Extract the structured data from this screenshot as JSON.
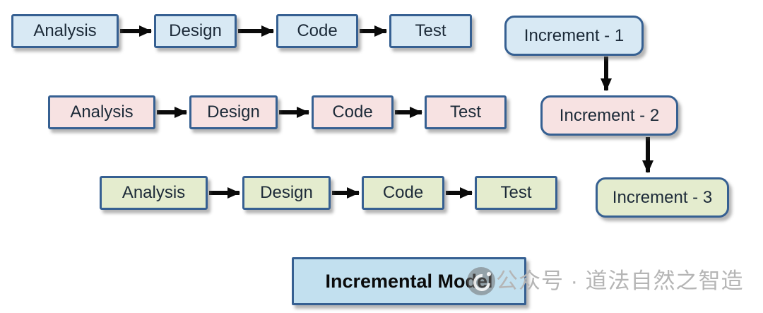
{
  "title": "Incremental Model",
  "watermark": {
    "text": "公众号 · 道法自然之智造",
    "logo": "speech-bubble-logo"
  },
  "rows": [
    {
      "increment": "Increment - 1",
      "steps": [
        "Analysis",
        "Design",
        "Code",
        "Test"
      ],
      "fill": "#d8e9f4"
    },
    {
      "increment": "Increment - 2",
      "steps": [
        "Analysis",
        "Design",
        "Code",
        "Test"
      ],
      "fill": "#f7e2e2"
    },
    {
      "increment": "Increment - 3",
      "steps": [
        "Analysis",
        "Design",
        "Code",
        "Test"
      ],
      "fill": "#e4ecce"
    }
  ],
  "colors": {
    "box_border": "#366092",
    "row1_fill": "#d8e9f4",
    "row2_fill": "#f7e2e2",
    "row3_fill": "#e4ecce",
    "title_fill": "#c2e0ef",
    "arrow": "#000000",
    "watermark_gray": "#b5b5b5"
  }
}
